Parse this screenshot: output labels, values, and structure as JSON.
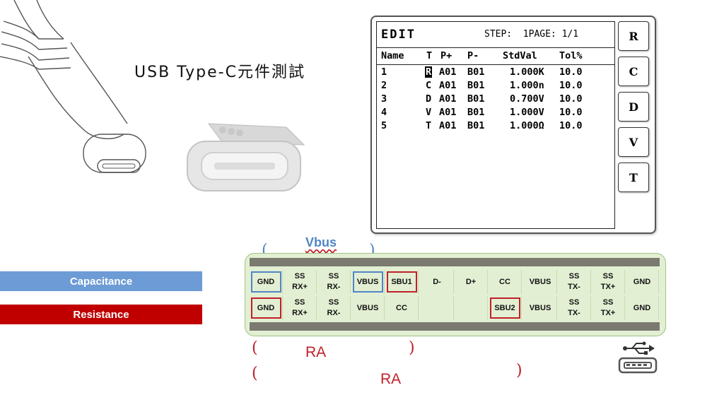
{
  "title": "USB Type-C元件測試",
  "tester": {
    "mode": "EDIT",
    "step_info": "STEP:  1PAGE: 1/1",
    "columns": [
      "Name",
      "T",
      "P+",
      "P-",
      "StdVal",
      "Tol%"
    ],
    "rows": [
      [
        "1",
        "R",
        "A01",
        "B01",
        "1.000K",
        "10.0"
      ],
      [
        "2",
        "C",
        "A01",
        "B01",
        "1.000n",
        "10.0"
      ],
      [
        "3",
        "D",
        "A01",
        "B01",
        "0.700V",
        "10.0"
      ],
      [
        "4",
        "V",
        "A01",
        "B01",
        "1.000V",
        "10.0"
      ],
      [
        "5",
        "T",
        "A01",
        "B01",
        "1.000Ω",
        "10.0"
      ]
    ],
    "side_buttons": [
      "R",
      "C",
      "D",
      "V",
      "T"
    ]
  },
  "legend": {
    "capacitance": {
      "label": "Capacitance",
      "color": "#6d9bd6"
    },
    "resistance": {
      "label": "Resistance",
      "color": "#c00000"
    }
  },
  "pins": {
    "top": [
      "GND",
      "SS\nRX+",
      "SS\nRX-",
      "VBUS",
      "SBU1",
      "D-",
      "D+",
      "CC",
      "VBUS",
      "SS\nTX-",
      "SS\nTX+",
      "GND"
    ],
    "bottom": [
      "GND",
      "SS\nRX+",
      "SS\nRX-",
      "VBUS",
      "CC",
      "",
      "",
      "SBU2",
      "VBUS",
      "SS\nTX-",
      "SS\nTX+",
      "GND"
    ]
  },
  "labels": {
    "vbus": "Vbus",
    "ra_1": "RA",
    "ra_2": "RA"
  },
  "colors": {
    "blue_box": "#4f86c6",
    "red_box": "#c0202a",
    "pinmap_bg": "#e3efd3"
  }
}
